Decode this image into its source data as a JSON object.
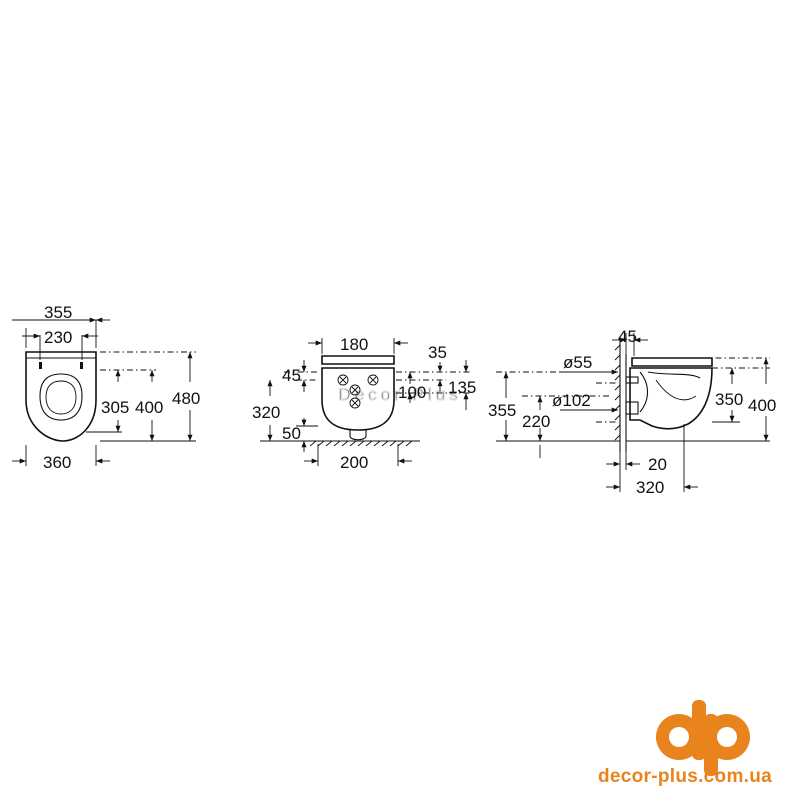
{
  "front_view": {
    "dims": {
      "total_width": "355",
      "seat_holes": "230",
      "base_width": "360",
      "fixing_height": "305",
      "height": "400",
      "total_height": "480"
    }
  },
  "rear_view": {
    "dims": {
      "top_width": "180",
      "outlet_height": "45",
      "fixing_spacing": "35",
      "fixing_height": "320",
      "bolt_spacing": "100",
      "upper_height": "135",
      "floor_gap": "50",
      "base_width": "200"
    }
  },
  "side_view": {
    "dims": {
      "wall_gap": "45",
      "inlet_diameter": "ø55",
      "outlet_diameter": "ø102",
      "rim_height": "355",
      "outlet_height": "220",
      "body_height": "350",
      "height": "400",
      "wall_offset": "20",
      "depth": "320"
    }
  },
  "watermark": "Decor Plus",
  "brand": {
    "logo": "dp",
    "website": "decor-plus.com.ua",
    "color": "#e8831e"
  }
}
